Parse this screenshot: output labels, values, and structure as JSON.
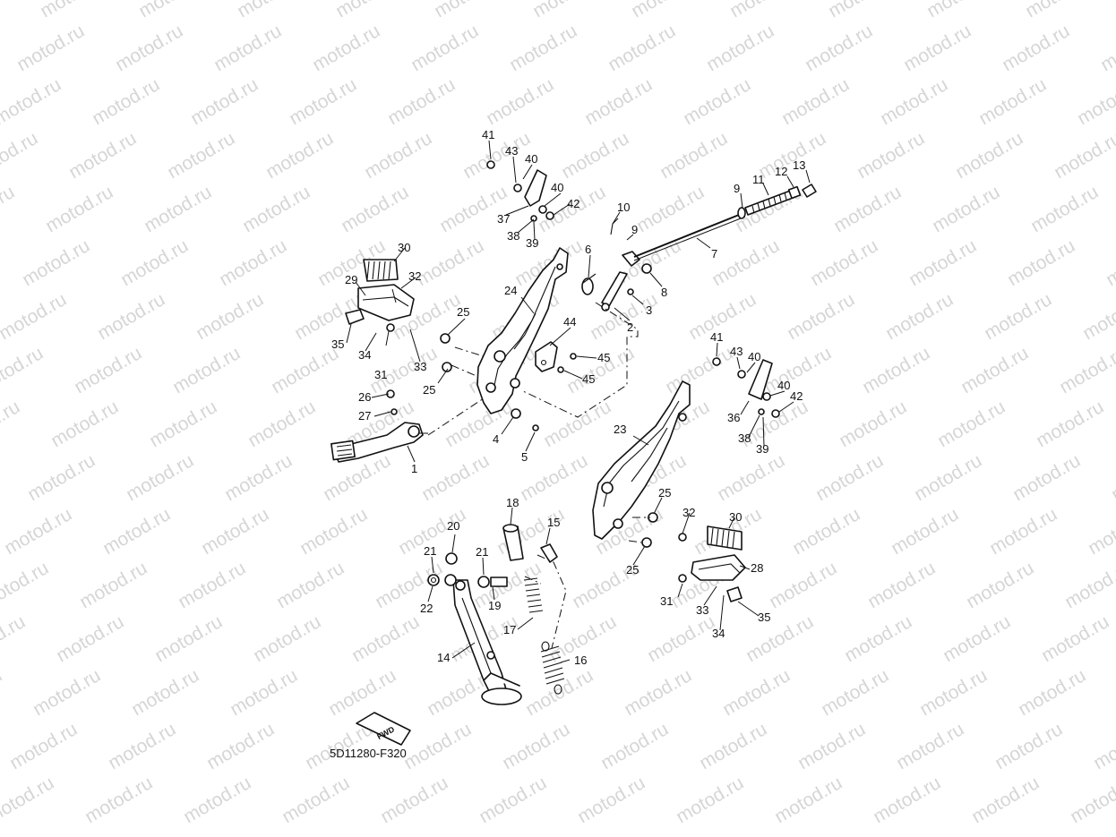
{
  "watermark": {
    "text": "motod.ru"
  },
  "diagram": {
    "code": "5D11280-F320",
    "fwd_label": "FWD",
    "callouts": {
      "c1": "1",
      "c2": "2",
      "c3": "3",
      "c4": "4",
      "c5": "5",
      "c6": "6",
      "c7": "7",
      "c8": "8",
      "c9a": "9",
      "c9b": "9",
      "c10": "10",
      "c11": "11",
      "c12": "12",
      "c13": "13",
      "c14": "14",
      "c15": "15",
      "c16": "16",
      "c17": "17",
      "c18": "18",
      "c19": "19",
      "c20": "20",
      "c21a": "21",
      "c21b": "21",
      "c22": "22",
      "c23": "23",
      "c24": "24",
      "c25a": "25",
      "c25b": "25",
      "c25c": "25",
      "c25d": "25",
      "c26": "26",
      "c27": "27",
      "c28": "28",
      "c29": "29",
      "c30a": "30",
      "c30b": "30",
      "c31a": "31",
      "c31b": "31",
      "c32a": "32",
      "c32b": "32",
      "c33a": "33",
      "c33b": "33",
      "c34a": "34",
      "c34b": "34",
      "c35a": "35",
      "c35b": "35",
      "c36": "36",
      "c37": "37",
      "c38a": "38",
      "c38b": "38",
      "c39a": "39",
      "c39b": "39",
      "c40a": "40",
      "c40b": "40",
      "c40c": "40",
      "c40d": "40",
      "c41a": "41",
      "c41b": "41",
      "c42a": "42",
      "c42b": "42",
      "c43a": "43",
      "c43b": "43",
      "c44": "44",
      "c45a": "45",
      "c45b": "45"
    }
  }
}
